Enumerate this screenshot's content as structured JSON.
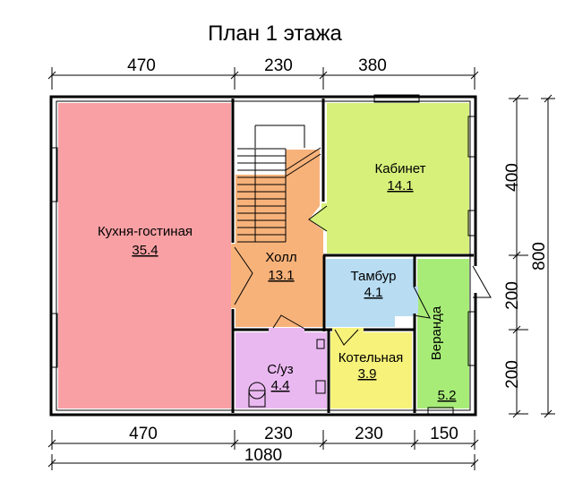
{
  "title": "План 1 этажа",
  "dimensions": {
    "top": [
      "470",
      "230",
      "380"
    ],
    "bottom": [
      "470",
      "230",
      "230",
      "150"
    ],
    "total_width": "1080",
    "right_inner": [
      "400",
      "200",
      "200"
    ],
    "right_total": "800"
  },
  "rooms": [
    {
      "id": "kitchen",
      "name": "Кухня-гостиная",
      "area": "35.4",
      "color": "#f9a0a4"
    },
    {
      "id": "hall",
      "name": "Холл",
      "area": "13.1",
      "color": "#f7b27a"
    },
    {
      "id": "cabinet",
      "name": "Кабинет",
      "area": "14.1",
      "color": "#d6f07a"
    },
    {
      "id": "tambur",
      "name": "Тамбур",
      "area": "4.1",
      "color": "#b8dcf2"
    },
    {
      "id": "bathroom",
      "name": "С/уз",
      "area": "4.4",
      "color": "#eab8f0"
    },
    {
      "id": "boiler",
      "name": "Котельная",
      "area": "3.9",
      "color": "#f6f27a"
    },
    {
      "id": "veranda",
      "name": "Веранда",
      "area": "5.2",
      "color": "#a8ec78"
    }
  ],
  "colors": {
    "wall": "#000000",
    "stair": "#ffffff",
    "background": "#ffffff"
  }
}
